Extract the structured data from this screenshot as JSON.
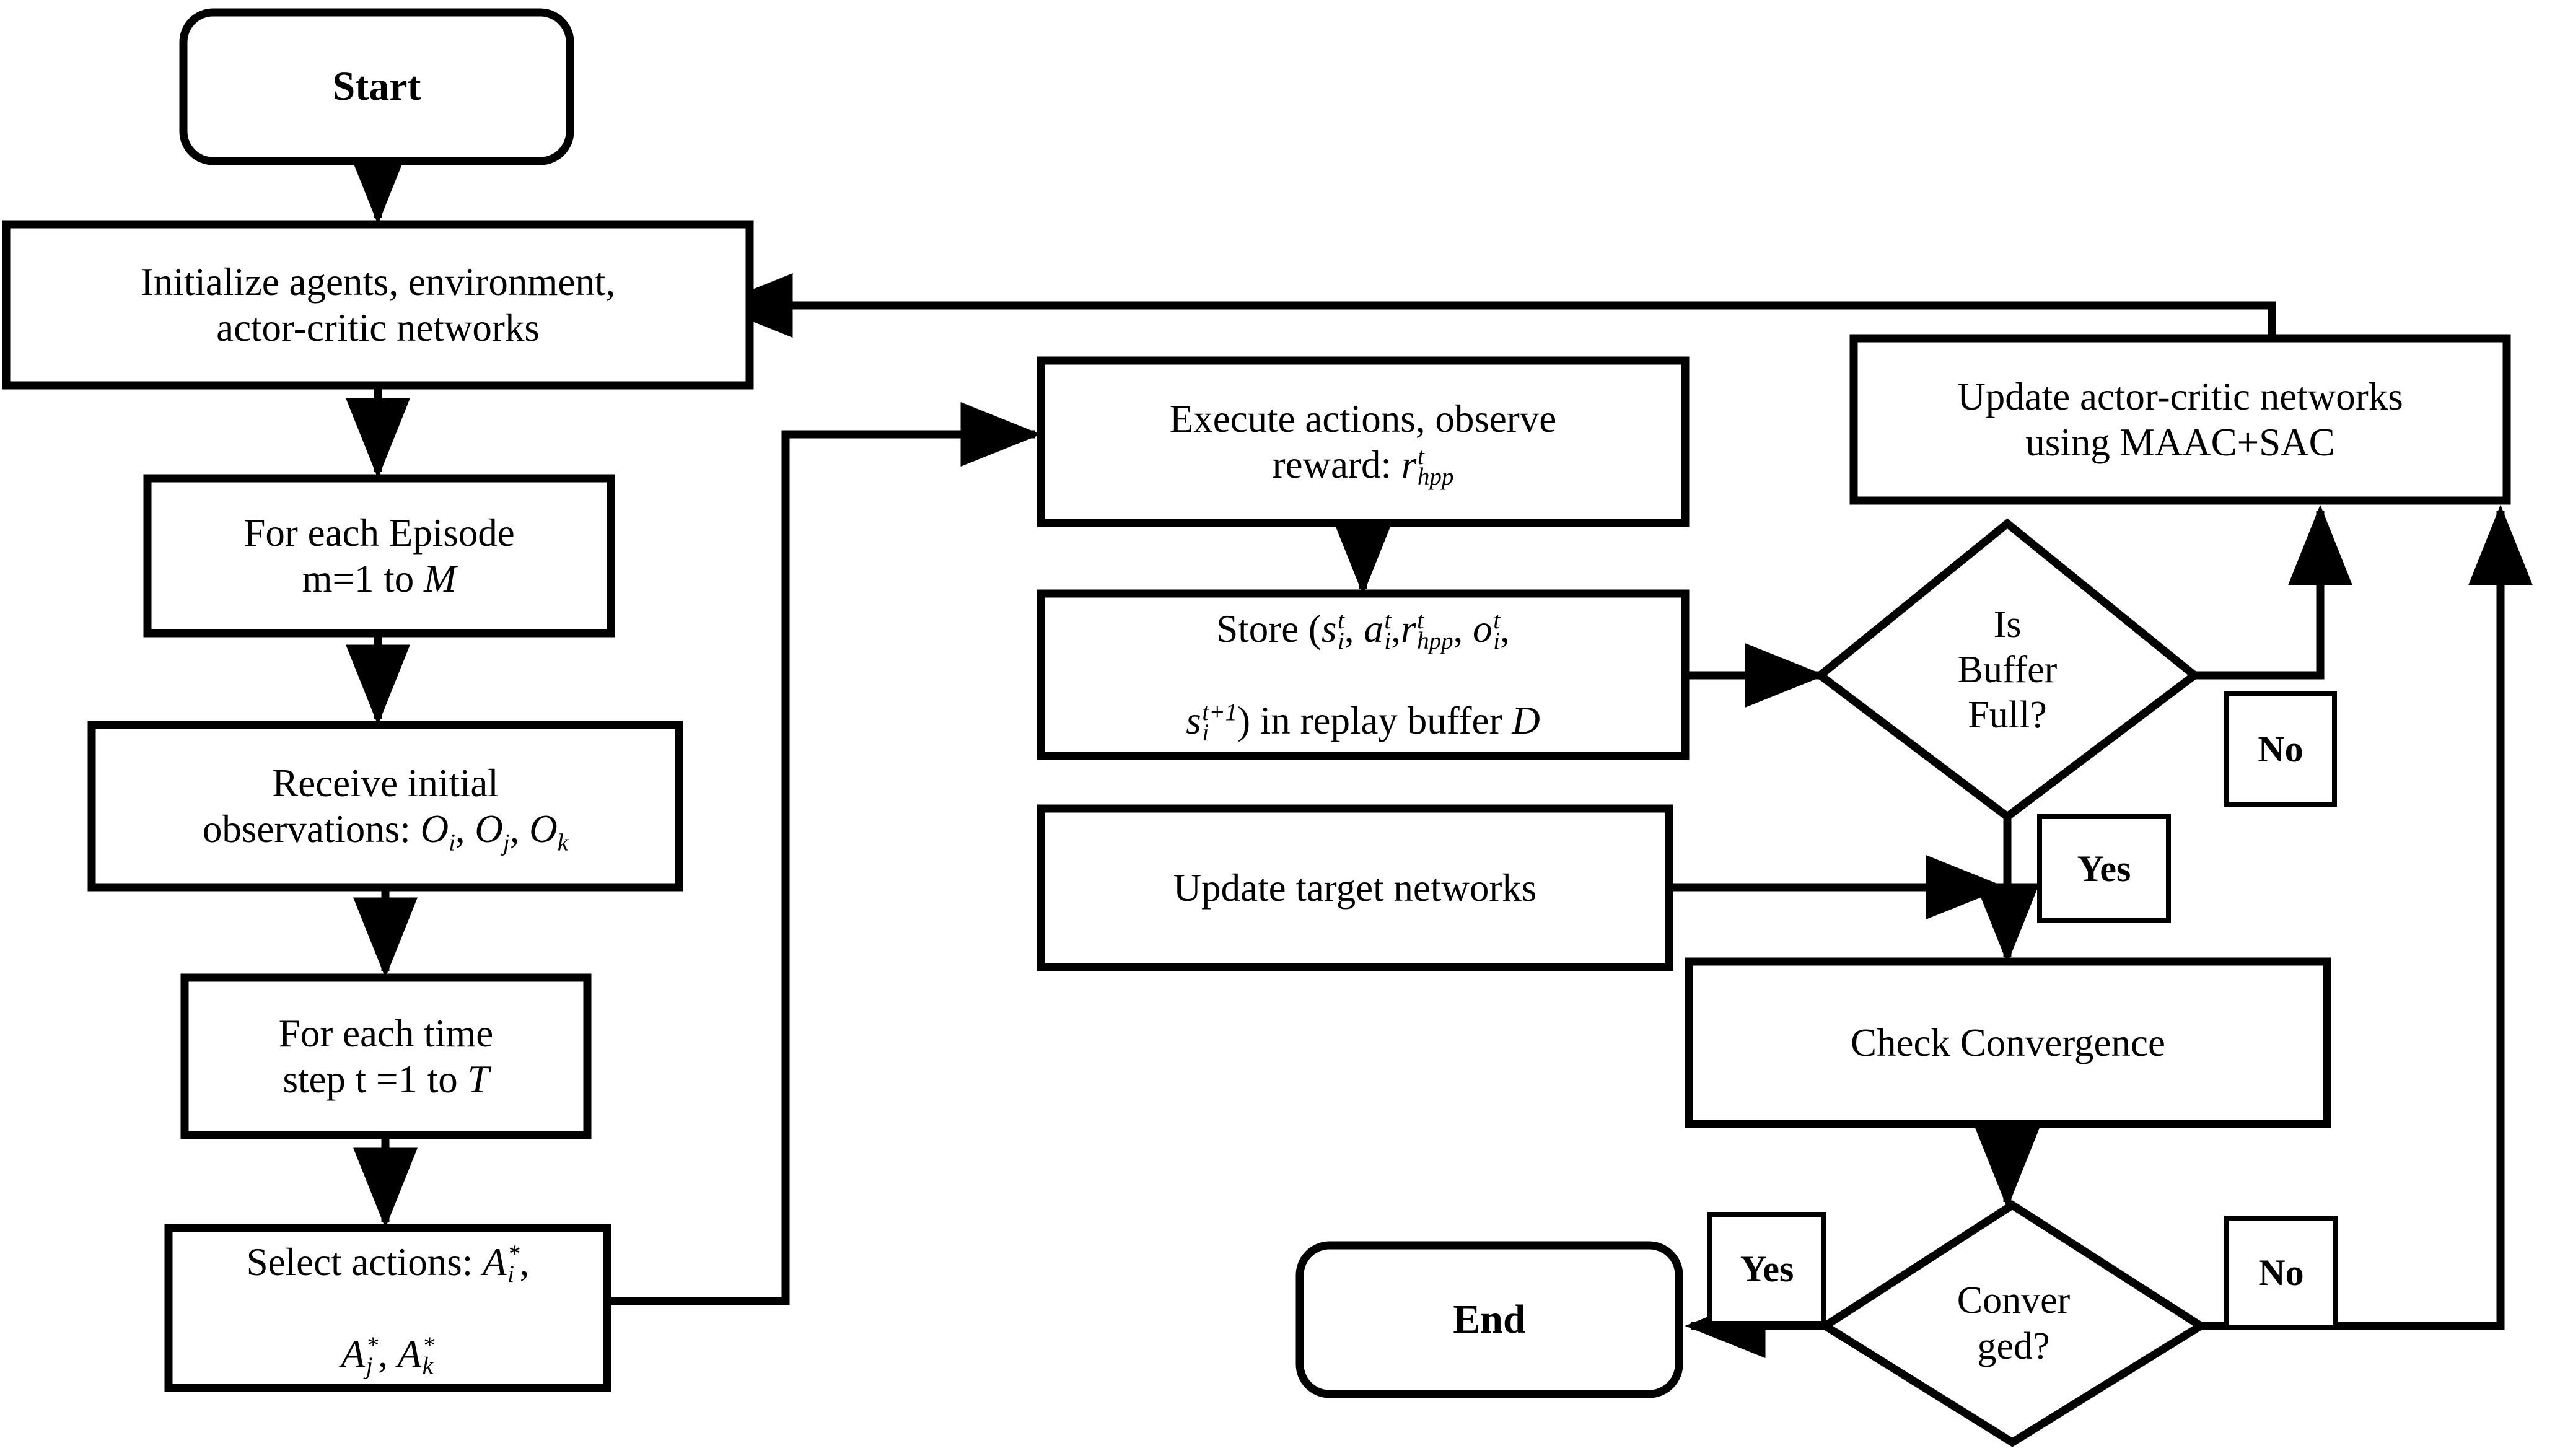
{
  "diagram": {
    "title": "MAAC+SAC multi-agent reinforcement learning training flowchart",
    "background_color": "#ffffff",
    "line_color": "#000000",
    "nodes": [
      {
        "id": "start",
        "type": "terminal",
        "text": "Start"
      },
      {
        "id": "initialize",
        "type": "process",
        "text": "Initialize agents, environment,\nactor-critic networks"
      },
      {
        "id": "episode",
        "type": "process",
        "text": "For each Episode\nm=1 to M"
      },
      {
        "id": "observations",
        "type": "process",
        "text": "Receive initial\nobservations: O i , O j , O k"
      },
      {
        "id": "timestep",
        "type": "process",
        "text": "For each time\nstep t =1 to T"
      },
      {
        "id": "select",
        "type": "process",
        "text": "Select actions: A i * ,\nA j * , A k *"
      },
      {
        "id": "execute",
        "type": "process",
        "text": "Execute actions, observe\nreward: r hpp t"
      },
      {
        "id": "store",
        "type": "process",
        "text": "Store (s i t , a i t , r hpp t , o i t ,\ns i t+1 ) in replay buffer D"
      },
      {
        "id": "update_target",
        "type": "process",
        "text": "Update target networks"
      },
      {
        "id": "update_ac",
        "type": "process",
        "text": "Update actor-critic networks\nusing MAAC+SAC"
      },
      {
        "id": "buffer_full",
        "type": "decision",
        "text": "Is\nBuffer\nFull?"
      },
      {
        "id": "check_conv",
        "type": "process",
        "text": "Check Convergence"
      },
      {
        "id": "converged",
        "type": "decision",
        "text": "Conver\nged?"
      },
      {
        "id": "end",
        "type": "terminal",
        "text": "End"
      }
    ],
    "edge_labels": [
      {
        "id": "buffer-no",
        "text": "No"
      },
      {
        "id": "buffer-yes",
        "text": "Yes"
      },
      {
        "id": "conv-yes",
        "text": "Yes"
      },
      {
        "id": "conv-no",
        "text": "No"
      }
    ],
    "edges": [
      {
        "from": "start",
        "to": "initialize"
      },
      {
        "from": "initialize",
        "to": "episode"
      },
      {
        "from": "episode",
        "to": "observations"
      },
      {
        "from": "observations",
        "to": "timestep"
      },
      {
        "from": "timestep",
        "to": "select"
      },
      {
        "from": "select",
        "to": "execute"
      },
      {
        "from": "execute",
        "to": "store"
      },
      {
        "from": "store",
        "to": "buffer_full"
      },
      {
        "from": "buffer_full",
        "to": "update_ac",
        "label": "No"
      },
      {
        "from": "buffer_full",
        "to": "check_conv",
        "label": "Yes"
      },
      {
        "from": "update_target",
        "to": "check_conv"
      },
      {
        "from": "check_conv",
        "to": "converged"
      },
      {
        "from": "converged",
        "to": "end",
        "label": "Yes"
      },
      {
        "from": "converged",
        "to": "update_ac",
        "label": "No"
      },
      {
        "from": "update_ac",
        "to": "initialize"
      }
    ]
  }
}
